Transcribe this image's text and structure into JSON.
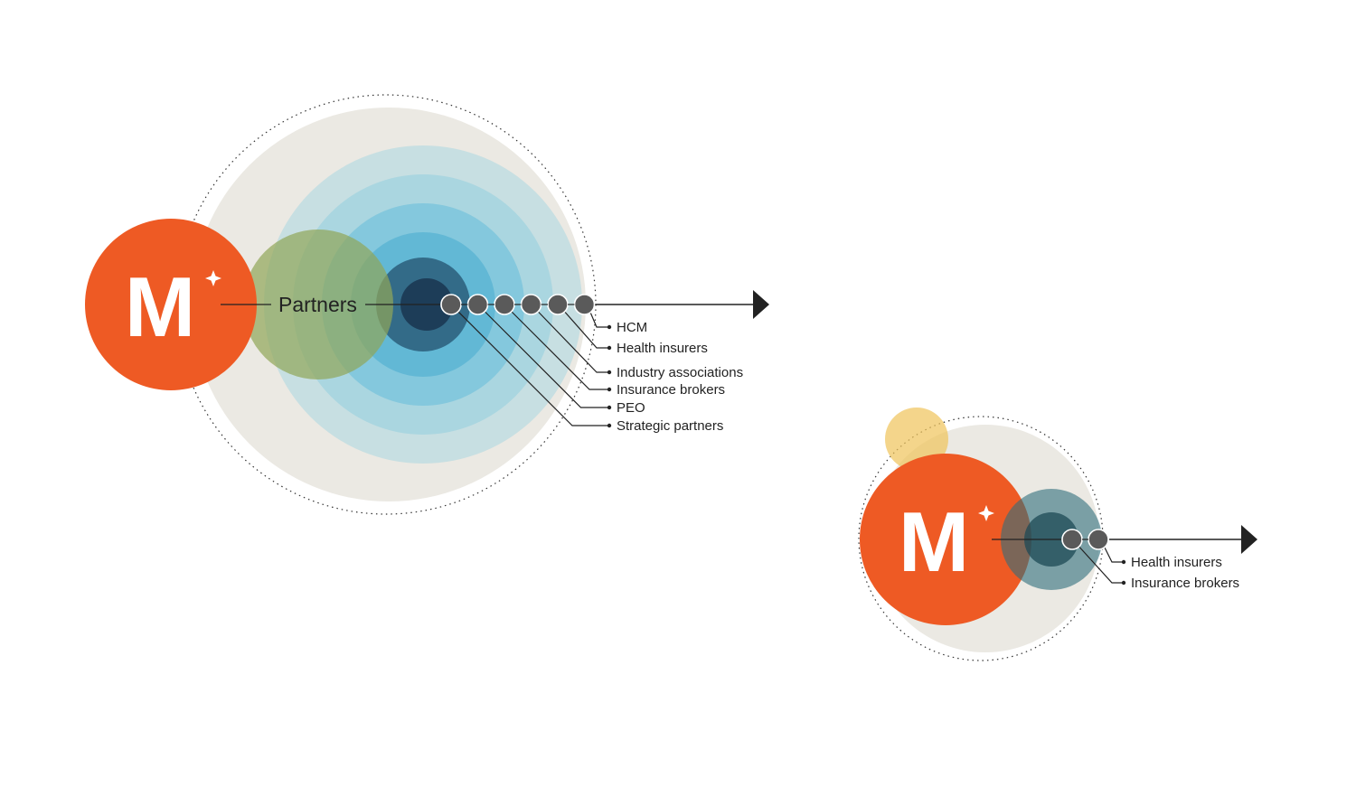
{
  "colors": {
    "orange": "#ee5a24",
    "yellow": "#f0c35a",
    "cyan_light": "#b8e0e8",
    "cyan_mid": "#6cc4de",
    "cyan_strong": "#48b2d8",
    "navy": "#1f4a66",
    "teal_dark": "#2f6e7c",
    "teal_light": "#6a9ea8",
    "grey_bg": "#ebe9e3",
    "node": "#5a5a5a",
    "line": "#222222"
  },
  "diagram_large": {
    "logo": {
      "letter": "M",
      "icon": "sparkle-icon"
    },
    "center_label": "Partners",
    "channels": [
      "HCM",
      "Health insurers",
      "Industry associations",
      "Insurance brokers",
      "PEO",
      "Strategic partners"
    ]
  },
  "diagram_small": {
    "logo": {
      "letter": "M",
      "icon": "sparkle-icon"
    },
    "channels": [
      "Health insurers",
      "Insurance brokers"
    ]
  }
}
